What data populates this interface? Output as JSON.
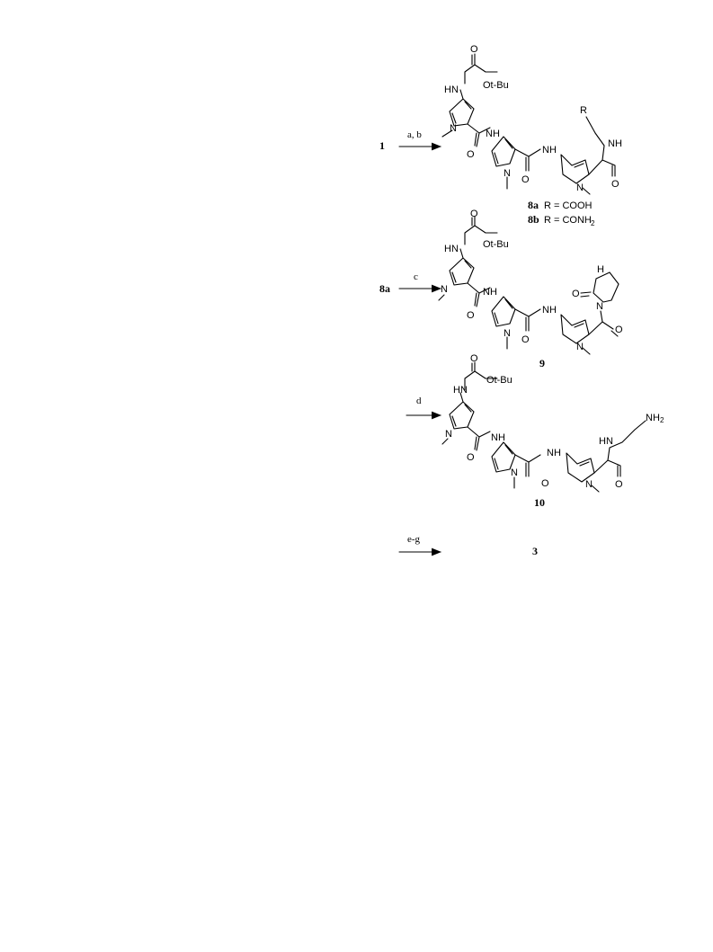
{
  "scheme": {
    "reactions": [
      {
        "start_label": "1",
        "conditions": "a, b",
        "product_labels": [
          {
            "compound": "8a",
            "r_eq": "R = COOH"
          },
          {
            "compound": "8b",
            "r_eq": "R = CONH",
            "r_sub": "2"
          }
        ],
        "molecule": {
          "nh_boc": "HN",
          "carbonyl_o": "O",
          "ot_bu": "Ot-Bu",
          "amide_nh_1": "NH",
          "amide_nh_2": "NH",
          "amide_nh_3": "NH",
          "ring_n": "N",
          "amide_o": "O",
          "chain_r": "R"
        }
      },
      {
        "start_label": "8a",
        "conditions": "c",
        "product_labels": [
          {
            "compound": "9"
          }
        ],
        "molecule": {
          "nh_boc": "HN",
          "carbonyl_o": "O",
          "ot_bu": "Ot-Bu",
          "amide_nh_1": "NH",
          "amide_nh_2": "NH",
          "ring_n": "N",
          "amide_o": "O",
          "imid_h": "H",
          "imid_n": "N",
          "imid_o": "O"
        }
      },
      {
        "start_label": "",
        "conditions": "d",
        "product_labels": [
          {
            "compound": "10"
          }
        ],
        "molecule": {
          "nh_boc": "HN",
          "carbonyl_o": "O",
          "ot_bu": "Ot-Bu",
          "amide_nh_1": "NH",
          "amide_nh_2": "NH",
          "amide_nh_3": "HN",
          "ring_n": "N",
          "amide_o": "O",
          "nh2": "NH",
          "nh2_sub": "2"
        }
      },
      {
        "start_label": "",
        "conditions": "e-g",
        "product_labels": [
          {
            "compound": "3"
          }
        ]
      }
    ]
  }
}
